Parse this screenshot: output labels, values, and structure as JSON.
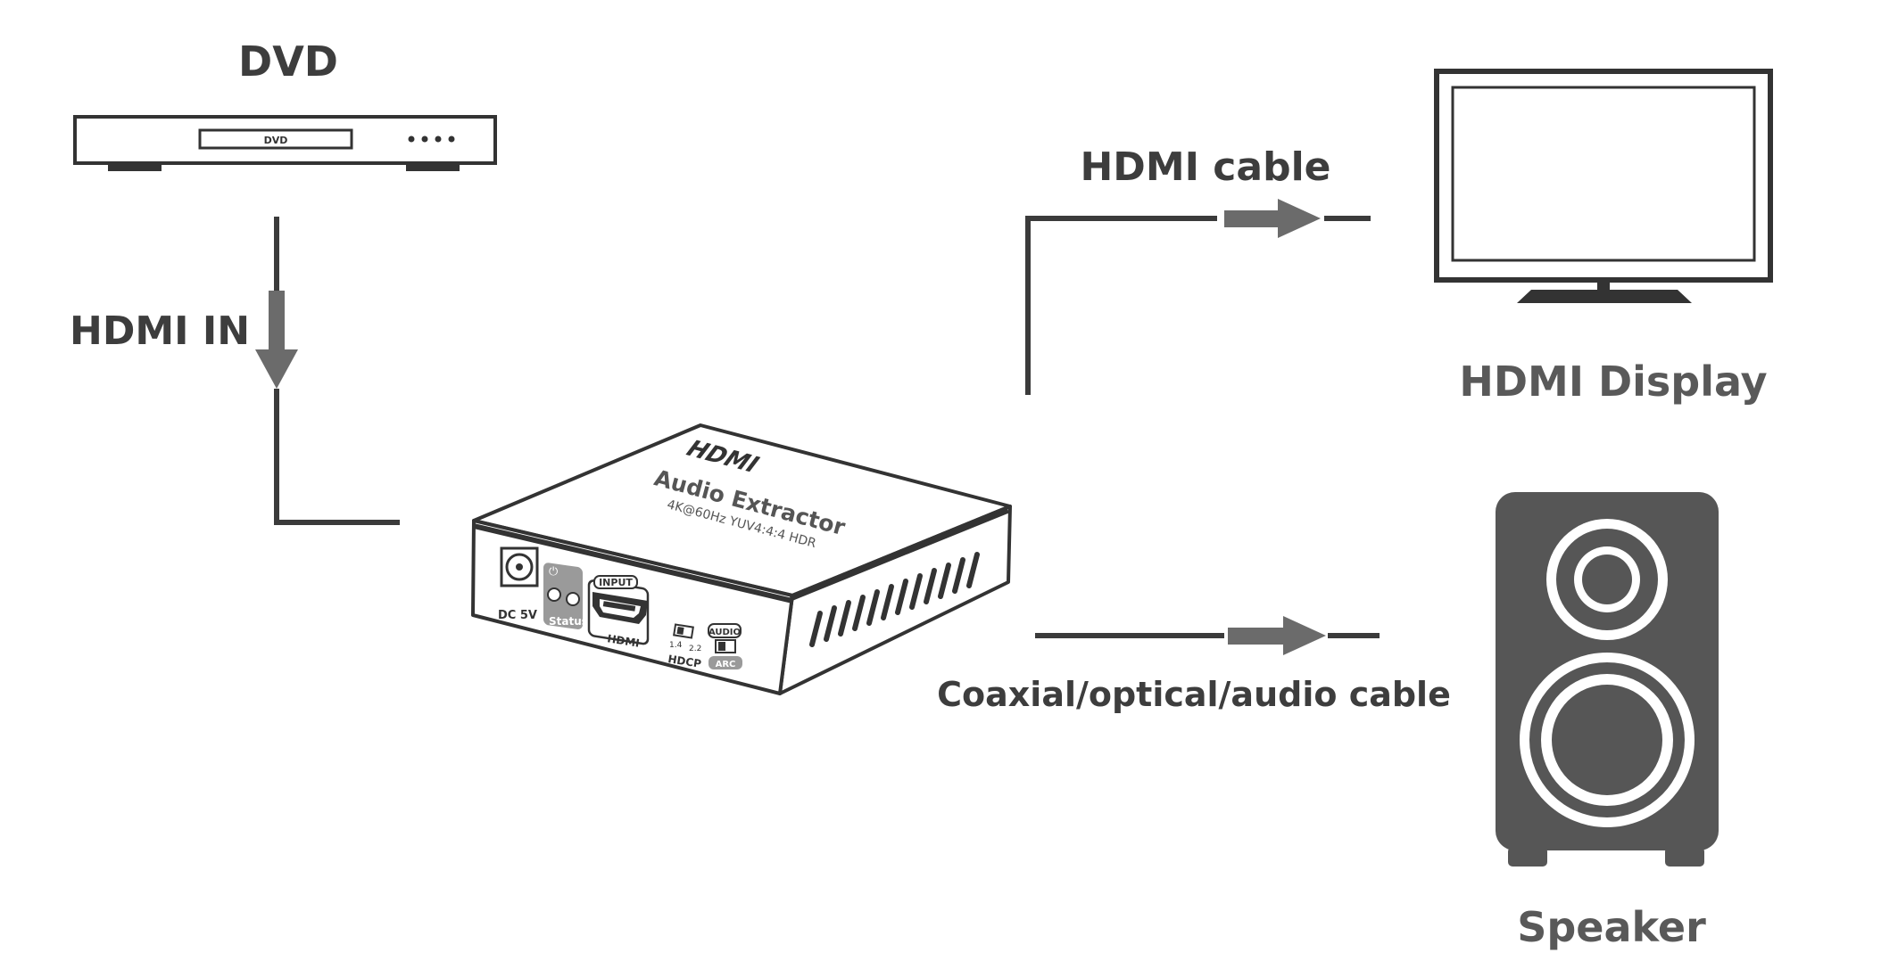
{
  "labels": {
    "dvd_title": "DVD",
    "hdmi_in": "HDMI IN",
    "hdmi_cable": "HDMI cable",
    "hdmi_display": "HDMI Display",
    "audio_cable": "Coaxial/optical/audio cable",
    "speaker": "Speaker"
  },
  "dvd_player": {
    "tray_label": "DVD"
  },
  "extractor": {
    "brand": "HDMI",
    "name": "Audio Extractor",
    "spec": "4K@60Hz YUV4:4:4 HDR",
    "dc_label": "DC 5V",
    "status_label": "Status",
    "input_label": "INPUT",
    "hdmi_label": "HDMI",
    "hdcp_label": "HDCP",
    "hdcp_v14": "1.4",
    "hdcp_v22": "2.2",
    "audio_label": "AUDIO",
    "arc_label": "ARC"
  },
  "colors": {
    "line": "#3b3b3b",
    "arrow": "#6b6b6b",
    "label_dark": "#3d3d3d",
    "label_grey": "#595959",
    "speaker_body": "#565656"
  }
}
